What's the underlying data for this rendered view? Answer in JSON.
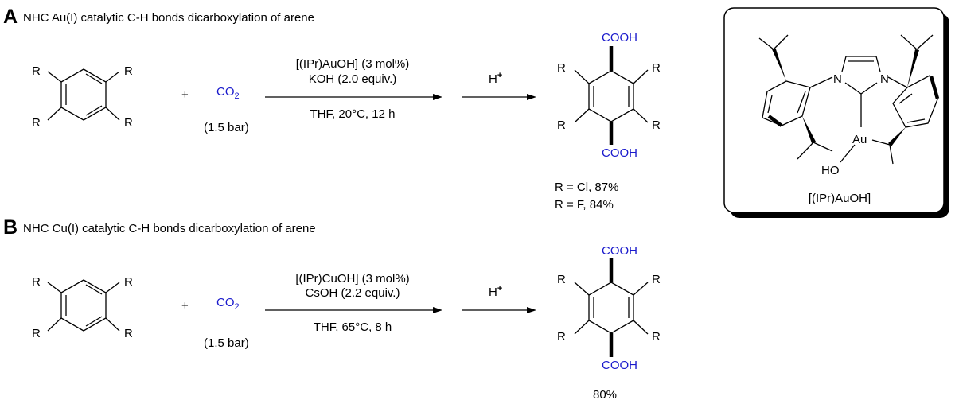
{
  "colors": {
    "co2": "#1a1acc",
    "cooh": "#1a1acc",
    "text": "#000000"
  },
  "section_a": {
    "label": "A",
    "title": "NHC Au(I) catalytic C-H bonds dicarboxylation of arene",
    "substituent": "R",
    "plus": "+",
    "co2_main": "CO",
    "co2_sub": "2",
    "pressure": "(1.5 bar)",
    "catalyst": "[(IPr)AuOH] (3 mol%)",
    "base": "KOH (2.0 equiv.)",
    "conditions": "THF, 20°C, 12 h",
    "acid_main": "H",
    "acid_sup": "+",
    "cooh": "COOH",
    "yield_line1": "R = Cl, 87%",
    "yield_line2": "R = F, 84%"
  },
  "section_b": {
    "label": "B",
    "title": "NHC Cu(I) catalytic C-H bonds dicarboxylation of arene",
    "substituent": "R",
    "plus": "+",
    "co2_main": "CO",
    "co2_sub": "2",
    "pressure": "(1.5 bar)",
    "catalyst": "[(IPr)CuOH] (3 mol%)",
    "base": "CsOH (2.2 equiv.)",
    "conditions": "THF, 65°C, 8 h",
    "acid_main": "H",
    "acid_sup": "+",
    "cooh": "COOH",
    "yield": "80%"
  },
  "catalyst_box": {
    "n_label": "N",
    "au_label": "Au",
    "ho_label": "HO",
    "caption": "[(IPr)AuOH]"
  }
}
